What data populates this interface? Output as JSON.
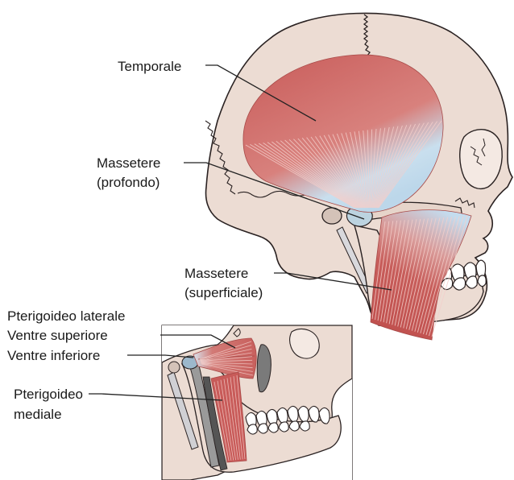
{
  "labels": {
    "temporale": "Temporale",
    "masseter_deep_1": "Massetere",
    "masseter_deep_2": "(profondo)",
    "masseter_sup_1": "Massetere",
    "masseter_sup_2": "(superficiale)",
    "pter_lat": "Pterigoideo laterale",
    "ventre_sup": "Ventre superiore",
    "ventre_inf": "Ventre inferiore",
    "pter_med_1": "Pterigoideo",
    "pter_med_2": "mediale"
  },
  "colors": {
    "bone": "#ecdcd3",
    "bone_outline": "#2a2222",
    "muscle": "#c9625f",
    "muscle_fiber": "#f2c9c4",
    "tendon": "#cfe4f2",
    "teeth": "#ffffff",
    "leader": "#222222"
  }
}
